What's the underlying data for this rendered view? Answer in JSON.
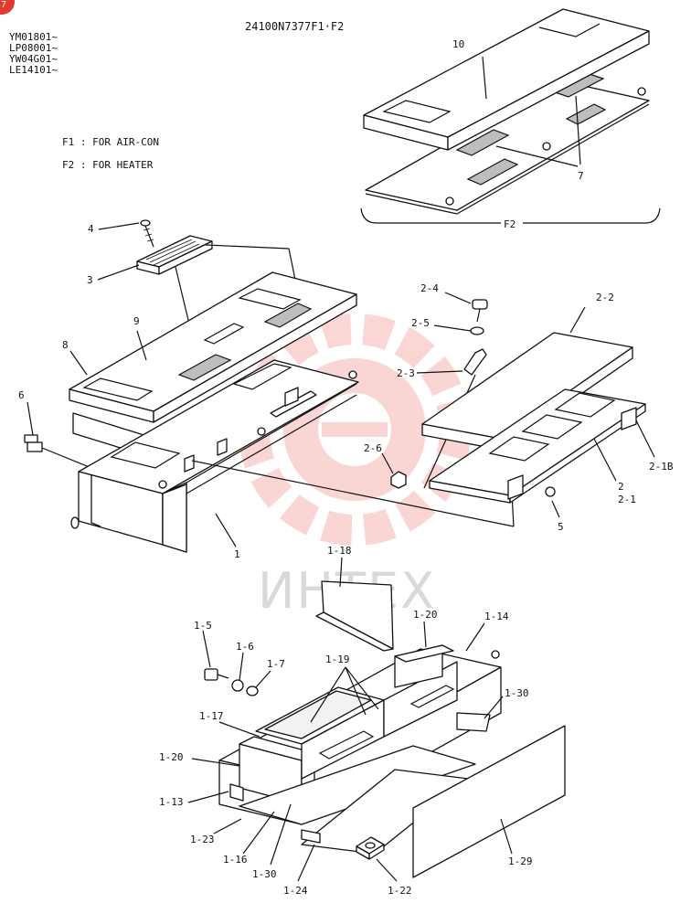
{
  "header": {
    "title": "24100N7377F1·F2",
    "serials": [
      "YM01801~",
      "LP08001~",
      "YW04G01~",
      "LE14101~"
    ],
    "corner_mark": "7"
  },
  "legend": [
    {
      "code": "F1",
      "text": "F1 : FOR AIR-CON"
    },
    {
      "code": "F2",
      "text": "F2 : FOR HEATER"
    }
  ],
  "inset": {
    "label": "F2"
  },
  "watermark": {
    "text": "ИНТЕХ",
    "color": "#e8463c"
  },
  "callouts": {
    "c10": "10",
    "c7": "7",
    "c4": "4",
    "c3": "3",
    "c9": "9",
    "c8": "8",
    "c6": "6",
    "c1": "1",
    "c24": "2-4",
    "c25": "2-5",
    "c23": "2-3",
    "c22": "2-2",
    "c26": "2-6",
    "c2": "2",
    "c21": "2-1",
    "c21b": "2-1B",
    "c5": "5",
    "c118": "1-18",
    "c15": "1-5",
    "c16": "1-6",
    "c17": "1-7",
    "c120a": "1-20",
    "c114": "1-14",
    "c119": "1-19",
    "c130a": "1-30",
    "c117": "1-17",
    "c120b": "1-20",
    "c113": "1-13",
    "c123": "1-23",
    "c116": "1-16",
    "c130b": "1-30",
    "c124": "1-24",
    "c122": "1-22",
    "c129": "1-29"
  }
}
